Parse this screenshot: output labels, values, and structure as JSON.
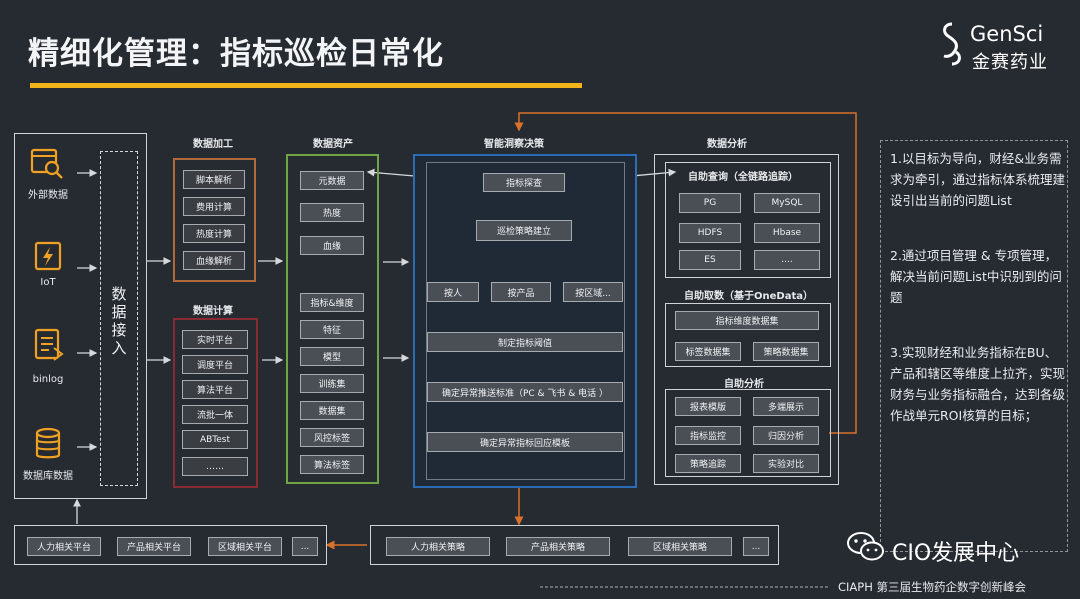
{
  "title": "精细化管理：指标巡检日常化",
  "logo": {
    "en": "GenSci",
    "cn": "金赛药业"
  },
  "sources": {
    "items": [
      {
        "label": "外部数据",
        "icon": "search-doc-icon"
      },
      {
        "label": "IoT",
        "icon": "iot-bolt-icon"
      },
      {
        "label": "binlog",
        "icon": "binlog-file-icon"
      },
      {
        "label": "数据库数据",
        "icon": "database-icon"
      }
    ],
    "ingest_label": "数据接入"
  },
  "processing": {
    "title": "数据加工",
    "items": [
      "脚本解析",
      "费用计算",
      "热度计算",
      "血缘解析"
    ]
  },
  "compute": {
    "title": "数据计算",
    "items": [
      "实时平台",
      "调度平台",
      "算法平台",
      "流批一体",
      "ABTest",
      "……"
    ]
  },
  "assets": {
    "title": "数据资产",
    "top_items": [
      "元数据",
      "热度",
      "血缘"
    ],
    "bottom_items": [
      "指标&维度",
      "特征",
      "模型",
      "训练集",
      "数据集",
      "风控标签",
      "算法标签"
    ]
  },
  "insight": {
    "title": "智能洞察决策",
    "probe": "指标探查",
    "strategy": "巡检策略建立",
    "branches": [
      "按人",
      "按产品",
      "按区域..."
    ],
    "threshold": "制定指标阈值",
    "push": "确定异常推送标准（PC & 飞书 & 电话 ）",
    "response": "确定异常指标回应模板"
  },
  "analysis": {
    "title": "数据分析",
    "self_query": {
      "title": "自助查询（全链路追踪）",
      "items": [
        "PG",
        "MySQL",
        "HDFS",
        "Hbase",
        "ES",
        "...."
      ]
    },
    "self_fetch": {
      "title": "自助取数（基于OneData）",
      "items": [
        "指标维度数据集",
        "标签数据集",
        "策略数据集"
      ]
    },
    "self_analysis": {
      "title": "自助分析",
      "items": [
        "报表模版",
        "多端展示",
        "指标监控",
        "归因分析",
        "策略追踪",
        "实验对比"
      ]
    }
  },
  "notes": [
    "1.以目标为导向，财经&业务需求为牵引，通过指标体系梳理建设引出当前的问题List",
    "2.通过项目管理 & 专项管理，解决当前问题List中识别到的问题",
    "3.实现财经和业务指标在BU、产品和辖区等维度上拉齐，实现财务与业务指标融合，达到各级作战单元ROI核算的目标；"
  ],
  "bottom_left": {
    "items": [
      "人力相关平台",
      "产品相关平台",
      "区域相关平台",
      "..."
    ]
  },
  "bottom_right": {
    "items": [
      "人力相关策略",
      "产品相关策略",
      "区域相关策略",
      "..."
    ]
  },
  "watermark": "CIO发展中心",
  "footer": "CIAPH 第三届生物药企数字创新峰会",
  "colors": {
    "accent": "#f3b31b",
    "orange": "#d9712b",
    "green": "#6ea545",
    "red": "#8a2b33",
    "blue": "#2a6db4",
    "brown": "#b06a3a"
  }
}
